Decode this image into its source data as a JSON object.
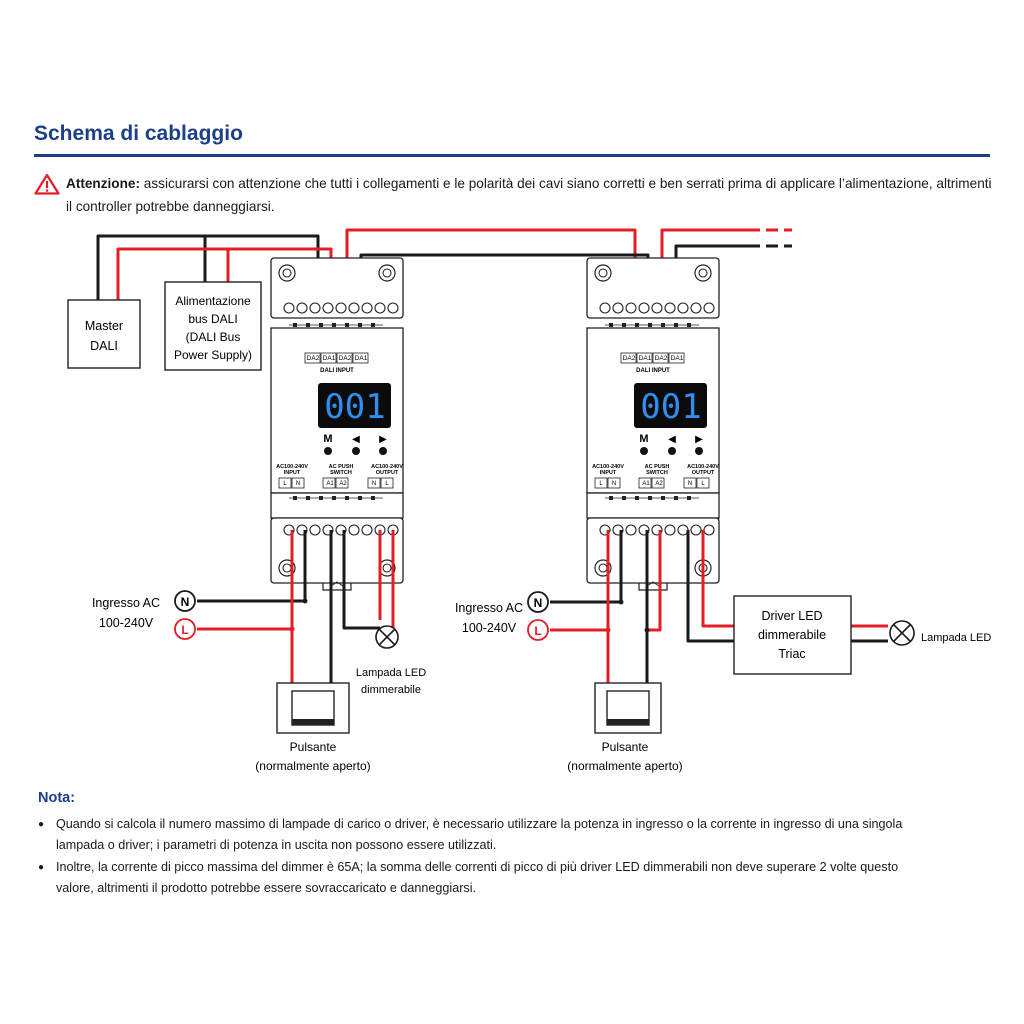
{
  "header": {
    "title": "Schema di cablaggio"
  },
  "warning": {
    "label": "Attenzione:",
    "text": " assicurarsi con attenzione che tutti i collegamenti e le polarità dei cavi siano corretti e ben serrati prima di applicare l’alimentazione, altrimenti il controller potrebbe danneggiarsi."
  },
  "diagram": {
    "master": {
      "line1": "Master",
      "line2": "DALI"
    },
    "psu": {
      "line1": "Alimentazione",
      "line2": "bus DALI",
      "line3": "(DALI Bus",
      "line4": "Power Supply)"
    },
    "module": {
      "top_terms": [
        "DA2",
        "DA1",
        "DA2",
        "DA1"
      ],
      "dali_input": "DALI INPUT",
      "display": "001",
      "btn_m": "M",
      "btn_left": "◀",
      "btn_right": "▶",
      "input_label1": "AC100-240V",
      "input_label2": "INPUT",
      "input_l": "L",
      "input_n": "N",
      "switch_label1": "AC PUSH",
      "switch_label2": "SWITCH",
      "switch_a1": "A1",
      "switch_a2": "A2",
      "output_label1": "AC100-240V",
      "output_label2": "OUTPUT",
      "output_n": "N",
      "output_l": "L"
    },
    "ac_input": {
      "line1": "Ingresso AC",
      "line2": "100-240V",
      "n": "N",
      "l": "L"
    },
    "lamp_left": {
      "line1": "Lampada LED",
      "line2": "dimmerabile"
    },
    "button": {
      "line1": "Pulsante",
      "line2": "(normalmente aperto)"
    },
    "driver": {
      "line1": "Driver LED",
      "line2": "dimmerabile",
      "line3": "Triac"
    },
    "lamp_right": "Lampada LED"
  },
  "notes": {
    "title": "Nota:",
    "items": [
      "Quando si calcola il numero massimo di lampade di carico o driver, è necessario utilizzare la potenza in ingresso o la corrente in ingresso di una singola lampada o driver; i parametri di potenza in uscita non possono essere utilizzati.",
      "Inoltre, la corrente di picco massima del dimmer è 65A; la somma delle correnti di picco di più driver LED dimmerabili non deve superare 2 volte questo valore, altrimenti il prodotto potrebbe essere sovraccaricato e danneggiarsi."
    ]
  },
  "colors": {
    "title": "#1d3f8a",
    "live_wire": "#e31e24",
    "neutral_wire": "#1a1a1a",
    "display_bg": "#0b0b0b",
    "display_digits": "#2e8ff0"
  }
}
